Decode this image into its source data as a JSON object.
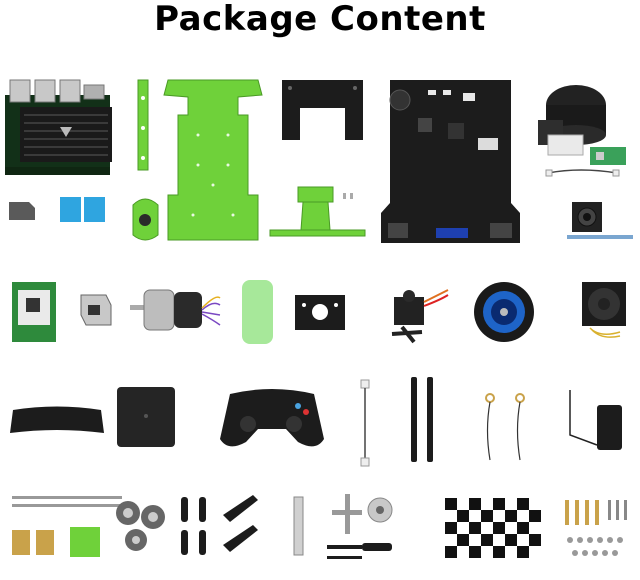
{
  "header": {
    "title": "Package Content"
  },
  "colors": {
    "acrylic_green": "#6fd13a",
    "board_black": "#1c1c1c",
    "metal": "#b9b9b9",
    "brass": "#c9a24a",
    "wheel_blue": "#1e64c8",
    "pcb_green": "#3aa15a"
  },
  "items": [
    {
      "name": "jetson-board"
    },
    {
      "name": "acrylic-side-plate"
    },
    {
      "name": "acrylic-chassis-plate"
    },
    {
      "name": "black-top-plate"
    },
    {
      "name": "driver-board"
    },
    {
      "name": "lidar"
    },
    {
      "name": "sd-card"
    },
    {
      "name": "thermal-pads"
    },
    {
      "name": "motor-mount"
    },
    {
      "name": "camera-bracket"
    },
    {
      "name": "camera-module"
    },
    {
      "name": "wifi-card"
    },
    {
      "name": "small-bracket"
    },
    {
      "name": "gear-motor"
    },
    {
      "name": "battery-tube"
    },
    {
      "name": "servo-mount-plate"
    },
    {
      "name": "servo"
    },
    {
      "name": "wheel"
    },
    {
      "name": "cooling-fan"
    },
    {
      "name": "front-cover"
    },
    {
      "name": "battery-box"
    },
    {
      "name": "gamepad"
    },
    {
      "name": "cable"
    },
    {
      "name": "antennas"
    },
    {
      "name": "antenna-cables"
    },
    {
      "name": "power-adapter"
    },
    {
      "name": "rods"
    },
    {
      "name": "brass-standoffs"
    },
    {
      "name": "green-pad"
    },
    {
      "name": "bearings"
    },
    {
      "name": "ball-joints"
    },
    {
      "name": "steering-arms"
    },
    {
      "name": "wrench"
    },
    {
      "name": "cross-wrench"
    },
    {
      "name": "coupling"
    },
    {
      "name": "screwdrivers"
    },
    {
      "name": "checkerboard"
    },
    {
      "name": "screw-kit"
    }
  ]
}
